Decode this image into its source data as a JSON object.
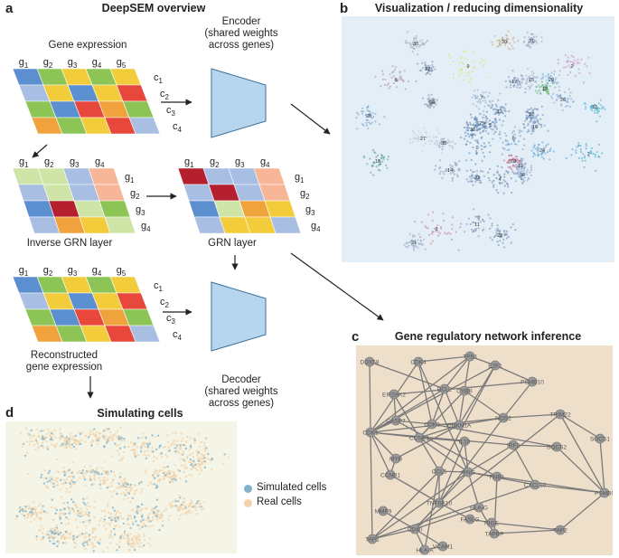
{
  "panel_a": {
    "label": "a",
    "title": "DeepSEM overview",
    "gene_expression_label": "Gene expression",
    "inverse_grn_label": "Inverse GRN layer",
    "grn_label": "GRN layer",
    "reconstructed_label": "Reconstructed\ngene expression",
    "encoder_label": "Encoder\n(shared weights\nacross genes)",
    "decoder_label": "Decoder\n(shared weights\nacross genes)",
    "gene_headers_5": [
      "g1",
      "g2",
      "g3",
      "g4",
      "g5"
    ],
    "gene_headers_4": [
      "g1",
      "g2",
      "g3",
      "g4"
    ],
    "cell_labels": [
      "c1",
      "c2",
      "c3",
      "c4"
    ]
  },
  "panel_b": {
    "label": "b",
    "title": "Visualization / reducing dimensionality",
    "cluster_labels": [
      "0",
      "1",
      "2",
      "3",
      "4",
      "5",
      "6",
      "7",
      "8",
      "9",
      "10",
      "11",
      "12",
      "13",
      "14",
      "15",
      "16",
      "17",
      "18",
      "19",
      "20",
      "21",
      "22",
      "23",
      "24",
      "25",
      "26",
      "27",
      "28",
      "29",
      "30",
      "31",
      "32",
      "33",
      "34",
      "35",
      "36",
      "37",
      "38"
    ]
  },
  "panel_c": {
    "label": "c",
    "title": "Gene regulatory network inference",
    "genes": [
      "DDX58",
      "CDK4",
      "TP53",
      "E2F1",
      "PSMB10",
      "BCL2",
      "CYBB",
      "EIF2AK2",
      "CASP7",
      "CDK2",
      "CDKN1A",
      "NOS2",
      "TRIM22",
      "CDK1",
      "CCNE1",
      "IL10",
      "IRF2",
      "SOCS2",
      "SOCS1",
      "MYB",
      "CCNB1",
      "CCL5",
      "IFNG",
      "FNB1",
      "CXCL10",
      "PSMB9",
      "TNFSF10",
      "HLA-G",
      "MMP9",
      "FASLG",
      "RIGE",
      "TAP1",
      "CD40",
      "TAPBP",
      "TAP2",
      "VCAM1",
      "HLA-A"
    ]
  },
  "panel_d": {
    "label": "d",
    "title": "Simulating cells",
    "legend": [
      {
        "label": "Simulated cells",
        "color": "#7fb2cf"
      },
      {
        "label": "Real cells",
        "color": "#f2d2aa"
      }
    ]
  },
  "colors": {
    "blue": "#5b8fd0",
    "light_blue": "#a8bfe3",
    "green": "#8cc556",
    "yellow": "#f2cc3a",
    "orange": "#f0a23c",
    "red": "#e8473c",
    "dark_red": "#b5202e",
    "peach": "#f7b697",
    "pale_green": "#cfe5a8",
    "funnel": "#b7d6ee",
    "panel_b_bg": "#e4eef7",
    "panel_c_bg": "#eedfcb",
    "panel_d_bg": "#f4f5e6"
  }
}
